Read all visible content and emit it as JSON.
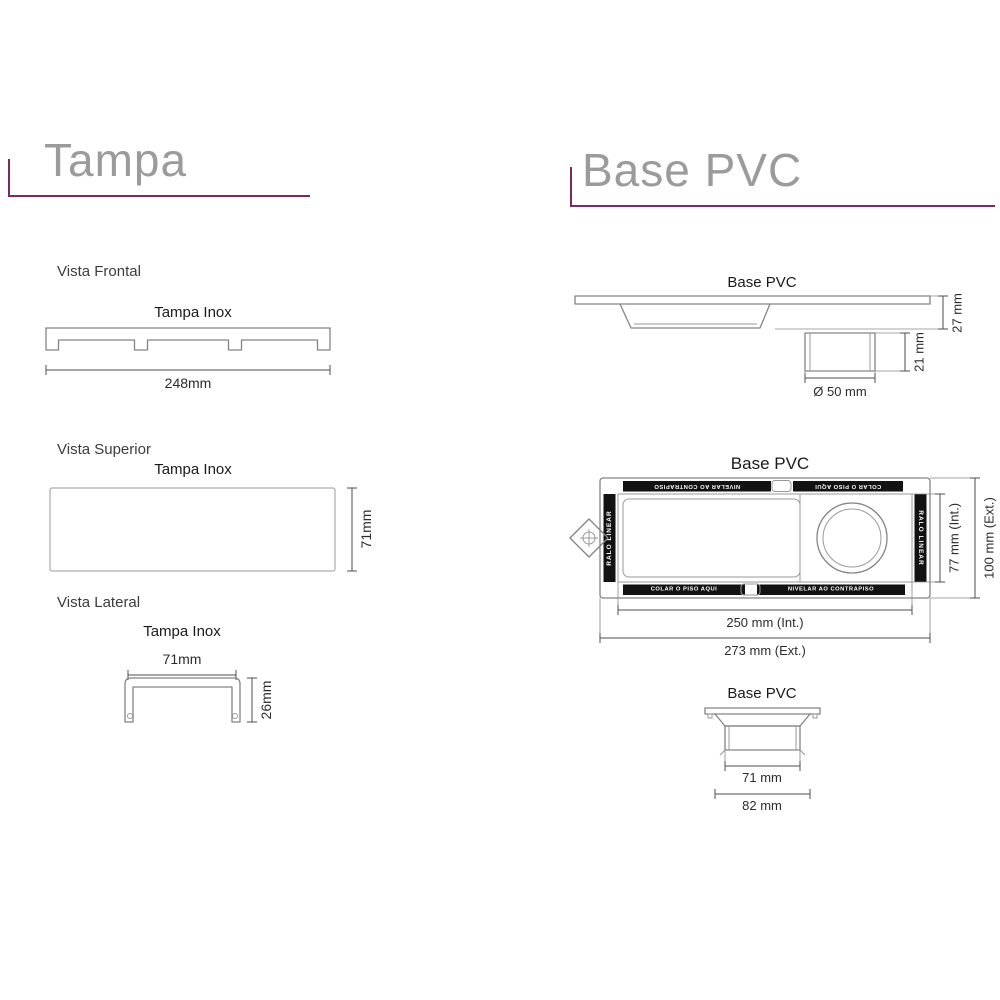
{
  "accent_color": "#7b2a5c",
  "tampa": {
    "header": "Tampa",
    "frontal": {
      "view_label": "Vista Frontal",
      "title": "Tampa Inox",
      "width": "248mm"
    },
    "superior": {
      "view_label": "Vista Superior",
      "title": "Tampa Inox",
      "height": "71mm"
    },
    "lateral": {
      "view_label": "Vista Lateral",
      "title": "Tampa Inox",
      "width": "71mm",
      "height": "26mm"
    }
  },
  "base_pvc": {
    "header": "Base PVC",
    "side": {
      "title": "Base PVC",
      "body_height": "27 mm",
      "outlet_height": "21 mm",
      "outlet_diameter": "Ø 50 mm"
    },
    "top": {
      "title": "Base PVC",
      "internal_height": "77 mm (Int.)",
      "external_height": "100 mm (Ext.)",
      "internal_width": "250 mm (Int.)",
      "external_width": "273 mm (Ext.)",
      "brand_band": "RALO LINEAR",
      "glue_band": "COLAR O PISO AQUI",
      "level_band": "NIVELAR AO CONTRAPISO"
    },
    "front": {
      "title": "Base PVC",
      "inner_width": "71 mm",
      "outer_width": "82 mm"
    }
  }
}
